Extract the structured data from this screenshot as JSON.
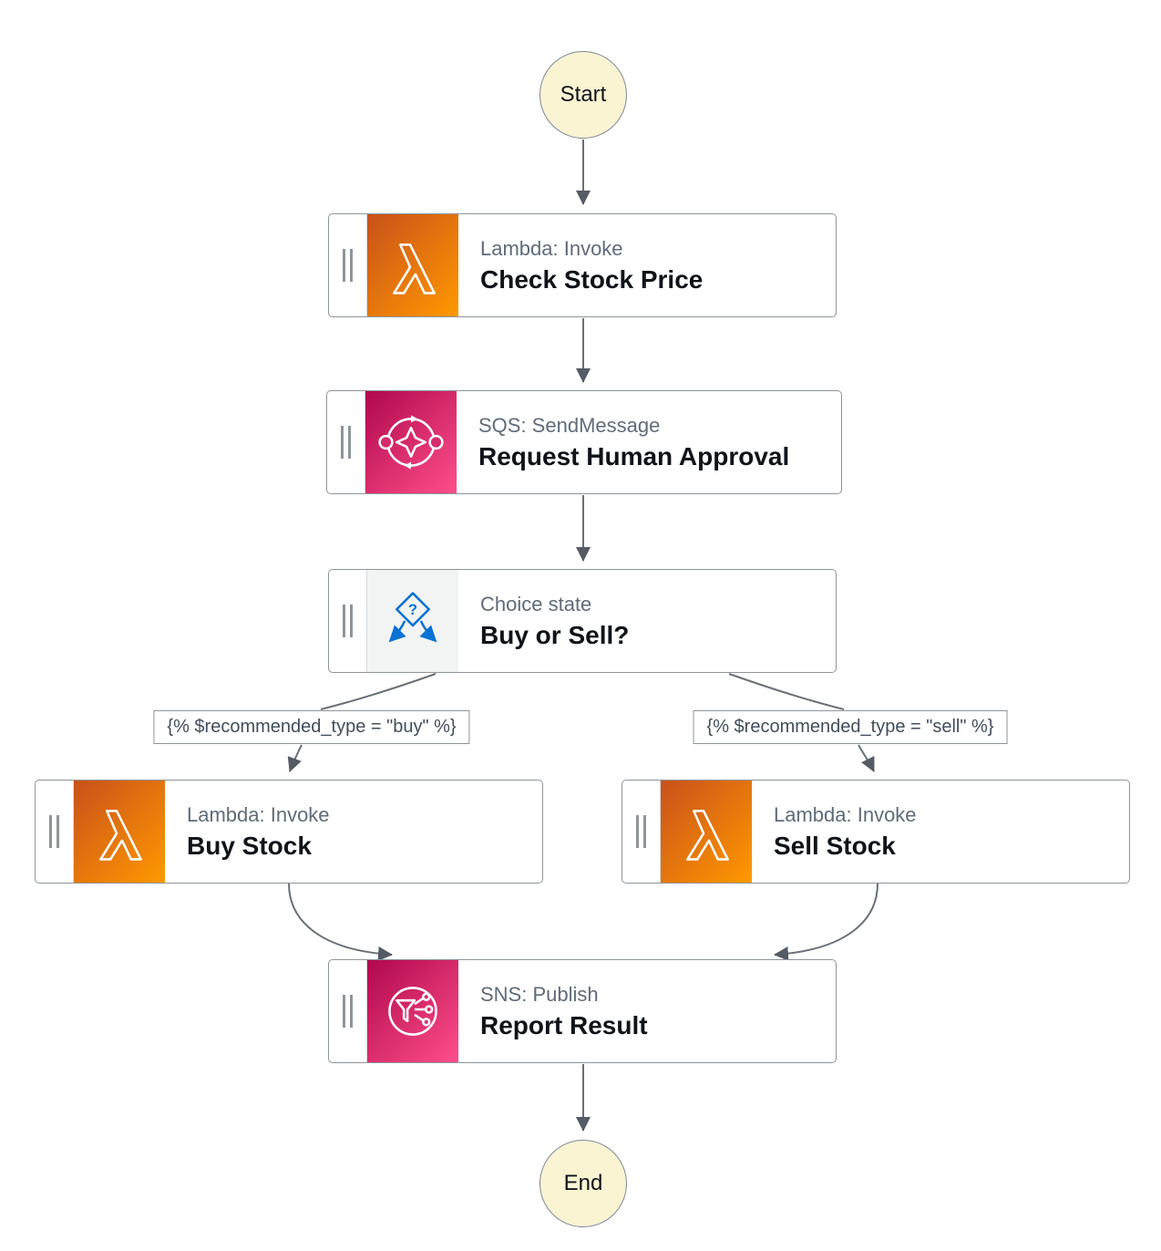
{
  "diagram": {
    "type": "workflow",
    "tool": "step-functions-graph"
  },
  "start": {
    "label": "Start"
  },
  "end": {
    "label": "End"
  },
  "nodes": [
    {
      "id": "check-stock-price",
      "service": "Lambda: Invoke",
      "title": "Check Stock Price",
      "icon": "lambda-icon"
    },
    {
      "id": "request-human-approval",
      "service": "SQS: SendMessage",
      "title": "Request Human Approval",
      "icon": "sqs-icon"
    },
    {
      "id": "buy-or-sell",
      "service": "Choice state",
      "title": "Buy or Sell?",
      "icon": "choice-icon"
    },
    {
      "id": "buy-stock",
      "service": "Lambda: Invoke",
      "title": "Buy Stock",
      "icon": "lambda-icon"
    },
    {
      "id": "sell-stock",
      "service": "Lambda: Invoke",
      "title": "Sell Stock",
      "icon": "lambda-icon"
    },
    {
      "id": "report-result",
      "service": "SNS: Publish",
      "title": "Report Result",
      "icon": "sns-icon"
    }
  ],
  "conditions": [
    {
      "label": "{% $recommended_type = \"buy\" %}"
    },
    {
      "label": "{% $recommended_type = \"sell\" %}"
    }
  ],
  "icons": {
    "choice_glyph": "?"
  },
  "colors": {
    "lambda_gradient_start": "#c8511b",
    "lambda_gradient_end": "#ff9900",
    "sqs_sns_gradient_start": "#b0084d",
    "sqs_sns_gradient_end": "#ff4f8b",
    "choice_icon_bg": "#f2f3f3",
    "choice_glyph_blue": "#0972d3",
    "terminal_fill": "#faf4d3",
    "node_border": "#8e959a",
    "edge_gray": "#697077",
    "arrowhead_gray": "#545b64",
    "service_text": "#5f6b7a",
    "title_text": "#0f141a",
    "condition_text": "#414d5c",
    "background": "#ffffff"
  }
}
